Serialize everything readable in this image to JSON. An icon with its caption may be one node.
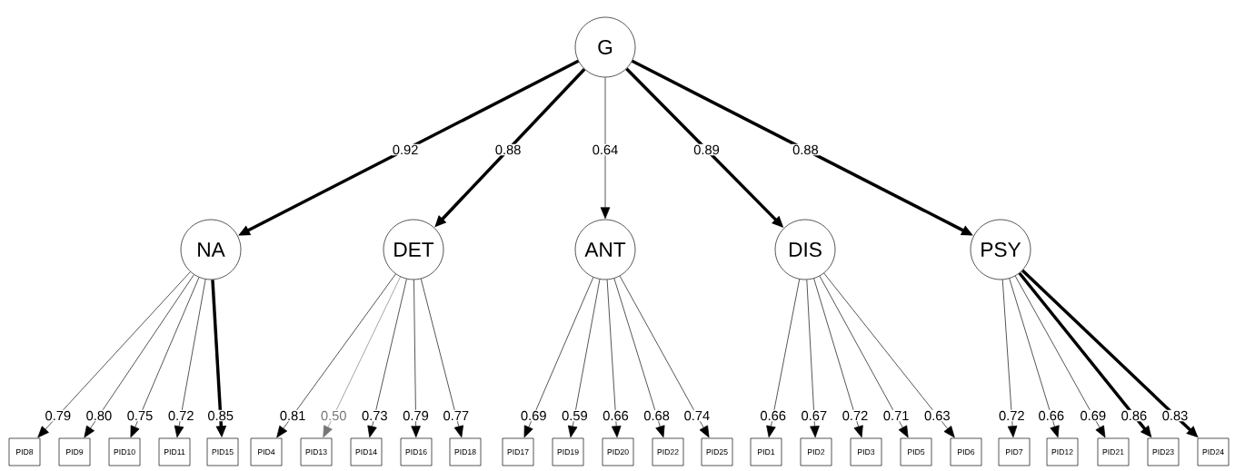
{
  "diagram": {
    "nodes": [
      {
        "text": [
          "G"
        ]
      },
      {
        "text": [
          "NA"
        ]
      },
      {
        "text": [
          "DET"
        ]
      },
      {
        "text": [
          "ANT"
        ]
      },
      {
        "text": [
          "DIS"
        ]
      },
      {
        "text": [
          "PSY"
        ]
      },
      {
        "text": [
          "PID8"
        ]
      },
      {
        "text": [
          "PID9"
        ]
      },
      {
        "text": [
          "PID10"
        ]
      },
      {
        "text": [
          "PID11"
        ]
      },
      {
        "text": [
          "PID15"
        ]
      },
      {
        "text": [
          "PID4"
        ]
      },
      {
        "text": [
          "PID13"
        ]
      },
      {
        "text": [
          "PID14"
        ]
      },
      {
        "text": [
          "PID16"
        ]
      },
      {
        "text": [
          "PID18"
        ]
      },
      {
        "text": [
          "PID17"
        ]
      },
      {
        "text": [
          "PID19"
        ]
      },
      {
        "text": [
          "PID20"
        ]
      },
      {
        "text": [
          "PID22"
        ]
      },
      {
        "text": [
          "PID25"
        ]
      },
      {
        "text": [
          "PID1"
        ]
      },
      {
        "text": [
          "PID2"
        ]
      },
      {
        "text": [
          "PID3"
        ]
      },
      {
        "text": [
          "PID5"
        ]
      },
      {
        "text": [
          "PID6"
        ]
      },
      {
        "text": [
          "PID7"
        ]
      },
      {
        "text": [
          "PID12"
        ]
      },
      {
        "text": [
          "PID21"
        ]
      },
      {
        "text": [
          "PID23"
        ]
      },
      {
        "text": [
          "PID24"
        ]
      }
    ],
    "edges": [
      {
        "from": 0,
        "to": 1,
        "arrow": "to",
        "label": "0.92",
        "style": "thick"
      },
      {
        "from": 0,
        "to": 2,
        "arrow": "to",
        "label": "0.88",
        "style": "thick"
      },
      {
        "from": 0,
        "to": 3,
        "arrow": "to",
        "label": "0.64"
      },
      {
        "from": 0,
        "to": 4,
        "arrow": "to",
        "label": "0.89",
        "style": "thick"
      },
      {
        "from": 0,
        "to": 5,
        "arrow": "to",
        "label": "0.88",
        "style": "thick"
      },
      {
        "from": 1,
        "to": 6,
        "arrow": "to",
        "label": "0.79"
      },
      {
        "from": 1,
        "to": 7,
        "arrow": "to",
        "label": "0.80"
      },
      {
        "from": 1,
        "to": 8,
        "arrow": "to",
        "label": "0.75"
      },
      {
        "from": 1,
        "to": 9,
        "arrow": "to",
        "label": "0.72"
      },
      {
        "from": 1,
        "to": 10,
        "arrow": "to",
        "label": "0.85",
        "style": "thick"
      },
      {
        "from": 2,
        "to": 11,
        "arrow": "to",
        "label": "0.81"
      },
      {
        "from": 2,
        "to": 12,
        "arrow": "to",
        "label": "0.50",
        "color": "#777777"
      },
      {
        "from": 2,
        "to": 13,
        "arrow": "to",
        "label": "0.73"
      },
      {
        "from": 2,
        "to": 14,
        "arrow": "to",
        "label": "0.79"
      },
      {
        "from": 2,
        "to": 15,
        "arrow": "to",
        "label": "0.77"
      },
      {
        "from": 3,
        "to": 16,
        "arrow": "to",
        "label": "0.69"
      },
      {
        "from": 3,
        "to": 17,
        "arrow": "to",
        "label": "0.59"
      },
      {
        "from": 3,
        "to": 18,
        "arrow": "to",
        "label": "0.66"
      },
      {
        "from": 3,
        "to": 19,
        "arrow": "to",
        "label": "0.68"
      },
      {
        "from": 3,
        "to": 20,
        "arrow": "to",
        "label": "0.74"
      },
      {
        "from": 4,
        "to": 21,
        "arrow": "to",
        "label": "0.66"
      },
      {
        "from": 4,
        "to": 22,
        "arrow": "to",
        "label": "0.67"
      },
      {
        "from": 4,
        "to": 23,
        "arrow": "to",
        "label": "0.72"
      },
      {
        "from": 4,
        "to": 24,
        "arrow": "to",
        "label": "0.71"
      },
      {
        "from": 4,
        "to": 25,
        "arrow": "to",
        "label": "0.63"
      },
      {
        "from": 5,
        "to": 26,
        "arrow": "to",
        "label": "0.72"
      },
      {
        "from": 5,
        "to": 27,
        "arrow": "to",
        "label": "0.66"
      },
      {
        "from": 5,
        "to": 28,
        "arrow": "to",
        "label": "0.69"
      },
      {
        "from": 5,
        "to": 29,
        "arrow": "to",
        "label": "0.86",
        "style": "thick"
      },
      {
        "from": 5,
        "to": 30,
        "arrow": "to",
        "label": "0.83",
        "style": "thick"
      }
    ]
  }
}
